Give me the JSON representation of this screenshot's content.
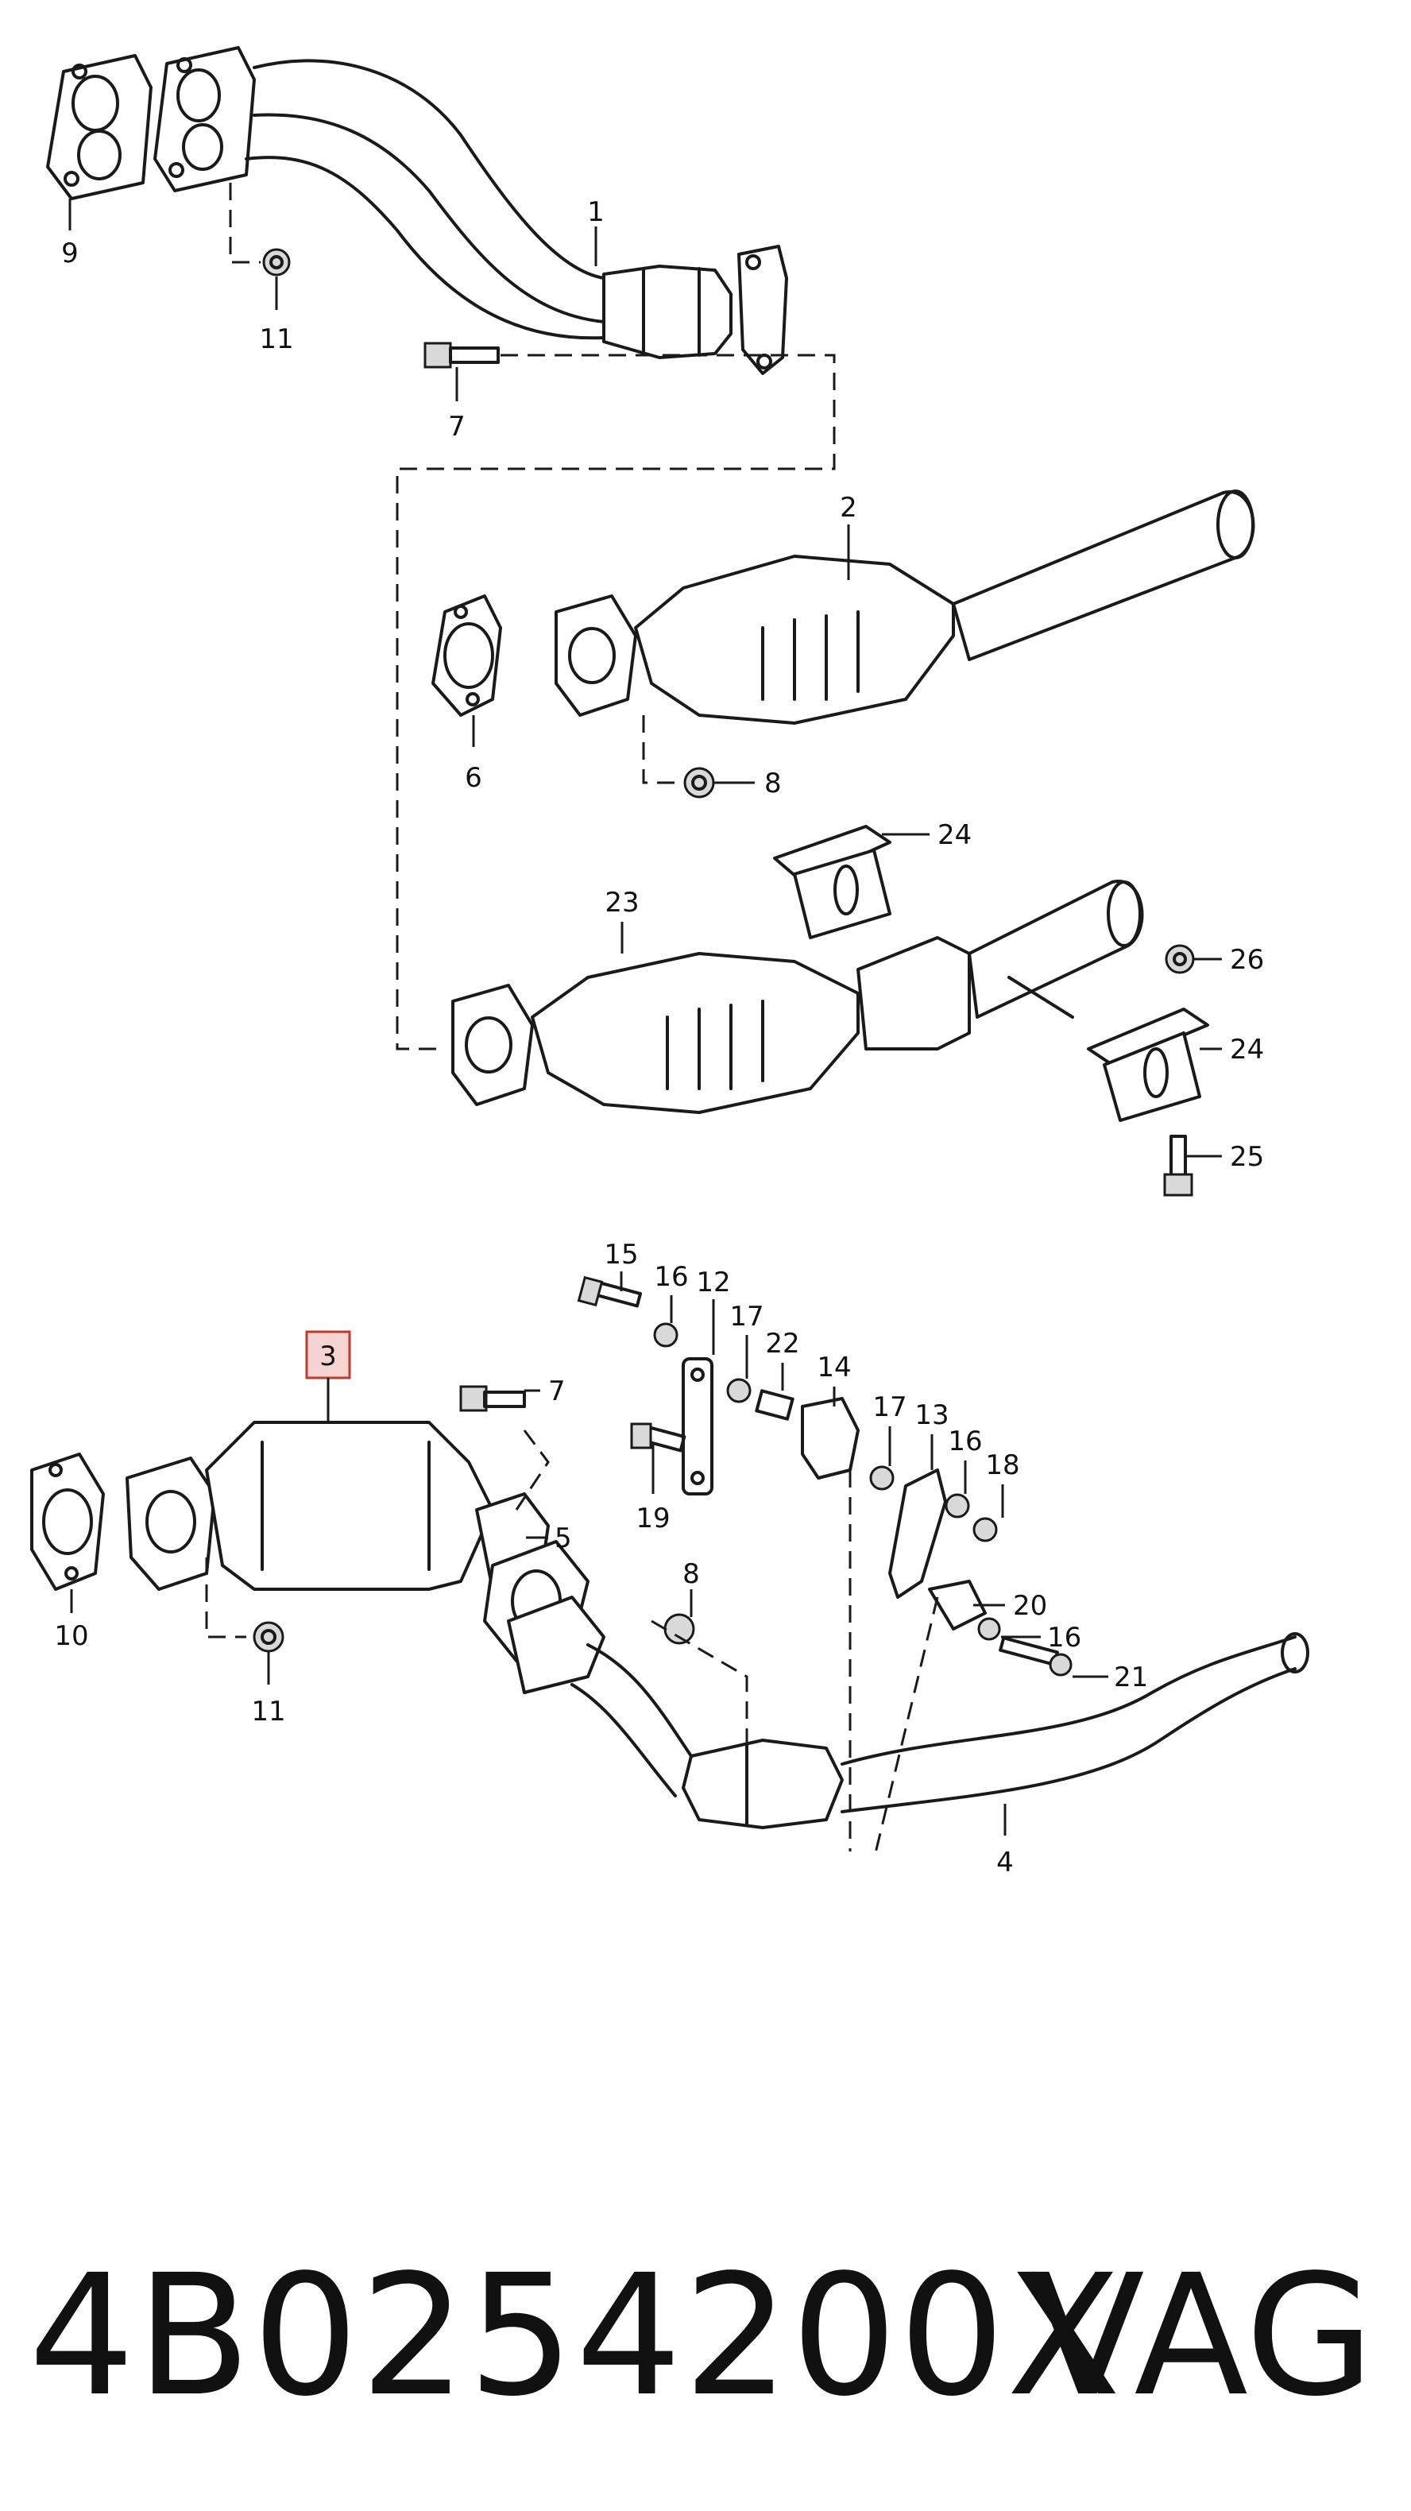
{
  "diagram": {
    "highlight_label": "3",
    "callouts": [
      {
        "id": "c9",
        "text": "9"
      },
      {
        "id": "c11a",
        "text": "11"
      },
      {
        "id": "c1",
        "text": "1"
      },
      {
        "id": "c7a",
        "text": "7"
      },
      {
        "id": "c2",
        "text": "2"
      },
      {
        "id": "c6",
        "text": "6"
      },
      {
        "id": "c8a",
        "text": "8"
      },
      {
        "id": "c24a",
        "text": "24"
      },
      {
        "id": "c23",
        "text": "23"
      },
      {
        "id": "c26",
        "text": "26"
      },
      {
        "id": "c24b",
        "text": "24"
      },
      {
        "id": "c25",
        "text": "25"
      },
      {
        "id": "c15",
        "text": "15"
      },
      {
        "id": "c16a",
        "text": "16"
      },
      {
        "id": "c12",
        "text": "12"
      },
      {
        "id": "c17a",
        "text": "17"
      },
      {
        "id": "c22",
        "text": "22"
      },
      {
        "id": "c14",
        "text": "14"
      },
      {
        "id": "c7b",
        "text": "7"
      },
      {
        "id": "c5",
        "text": "5"
      },
      {
        "id": "c17b",
        "text": "17"
      },
      {
        "id": "c13",
        "text": "13"
      },
      {
        "id": "c16b",
        "text": "16"
      },
      {
        "id": "c18",
        "text": "18"
      },
      {
        "id": "c19",
        "text": "19"
      },
      {
        "id": "c8b",
        "text": "8"
      },
      {
        "id": "c10",
        "text": "10"
      },
      {
        "id": "c11b",
        "text": "11"
      },
      {
        "id": "c20",
        "text": "20"
      },
      {
        "id": "c16c",
        "text": "16"
      },
      {
        "id": "c21",
        "text": "21"
      },
      {
        "id": "c4",
        "text": "4"
      }
    ]
  },
  "footer": {
    "part_number": "4B0254200X",
    "brand": "VAG"
  }
}
